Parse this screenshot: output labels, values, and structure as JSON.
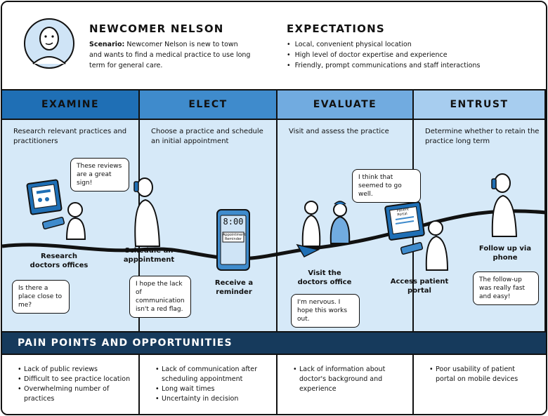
{
  "persona": {
    "name": "NEWCOMER NELSON",
    "scenario_label": "Scenario:",
    "scenario_text": " Newcomer Nelson is new to town and wants to find a medical practice to use long term for general care."
  },
  "expectations": {
    "title": "EXPECTATIONS",
    "items": [
      "Local, convenient physical location",
      "High level of doctor expertise and experience",
      "Friendly, prompt communications and staff interactions"
    ]
  },
  "stages": [
    {
      "title": "EXAMINE",
      "description": "Research relevant practices and practitioners"
    },
    {
      "title": "ELECT",
      "description": "Choose a practice and schedule an initial appointment"
    },
    {
      "title": "EVALUATE",
      "description": "Visit and assess the practice"
    },
    {
      "title": "ENTRUST",
      "description": "Determine whether to retain the practice long term"
    }
  ],
  "steps": [
    {
      "caption": "Research doctors offices"
    },
    {
      "caption": "Schedule an appointment"
    },
    {
      "caption": "Receive a reminder"
    },
    {
      "caption": "Visit the doctors office"
    },
    {
      "caption": "Access patient portal"
    },
    {
      "caption": "Follow up via phone"
    }
  ],
  "thoughts": [
    "These reviews are a great sign!",
    "Is there a place close to me?",
    "I hope the lack of communication isn't a red flag.",
    "I think that seemed to go well.",
    "I'm nervous. I hope this works out.",
    "The follow-up was really fast and easy!"
  ],
  "phone": {
    "time": "8:00",
    "notice": "Appointment Reminder"
  },
  "portal_screen_text": "Patient Portal",
  "pain_points": {
    "title": "PAIN POINTS AND OPPORTUNITIES",
    "columns": [
      [
        "Lack of public reviews",
        "Difficult to see practice location",
        "Overwhelming number of practices"
      ],
      [
        "Lack of communication after scheduling appointment",
        "Long wait times",
        "Uncertainty in decision"
      ],
      [
        "Lack of information about doctor's background and experience"
      ],
      [
        "Poor usability of patient portal on mobile devices"
      ]
    ]
  },
  "colors": {
    "stage1": "#1f6fb5",
    "stage2": "#3f8bcc",
    "stage3": "#71abe0",
    "stage4": "#a7cdef",
    "panel": "#d6e9f8",
    "pain_header": "#163a5c"
  }
}
